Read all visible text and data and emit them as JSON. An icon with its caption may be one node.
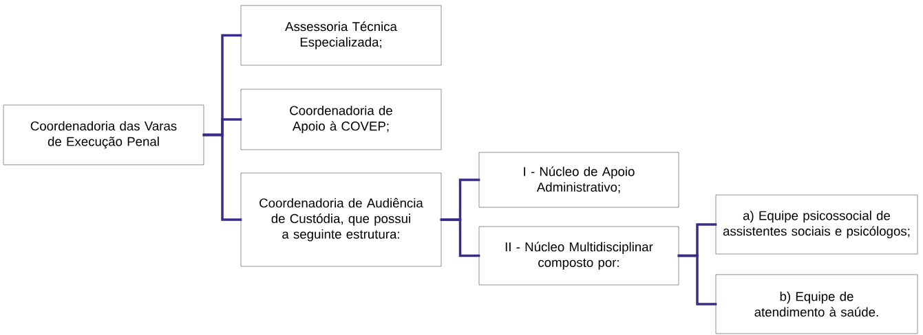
{
  "diagram": {
    "nodes": [
      {
        "text": [
          "Coordenadoria das Varas de Execução Penal"
        ]
      },
      {
        "text": [
          "Assessoria Técnica Especializada;"
        ]
      },
      {
        "text": [
          "Coordenadoria de Apoio à COVEP;"
        ]
      },
      {
        "text": [
          "Coordenadoria de Audiência de Custódia, que possui a seguinte estrutura:"
        ]
      },
      {
        "text": [
          "I - Núcleo de Apoio Administrativo;"
        ]
      },
      {
        "text": [
          "II - Núcleo Multidisciplinar composto por:"
        ]
      },
      {
        "text": [
          "a) Equipe psicossocial de assistentes sociais e psicólogos;"
        ]
      },
      {
        "text": [
          "b) Equipe de atendimento à saúde."
        ]
      }
    ],
    "edges": [
      {
        "from": 0,
        "to": 1,
        "arrow": "none"
      },
      {
        "from": 0,
        "to": 2,
        "arrow": "none"
      },
      {
        "from": 0,
        "to": 3,
        "arrow": "none"
      },
      {
        "from": 3,
        "to": 4,
        "arrow": "none"
      },
      {
        "from": 3,
        "to": 5,
        "arrow": "none"
      },
      {
        "from": 5,
        "to": 6,
        "arrow": "none"
      },
      {
        "from": 5,
        "to": 7,
        "arrow": "none"
      }
    ]
  }
}
